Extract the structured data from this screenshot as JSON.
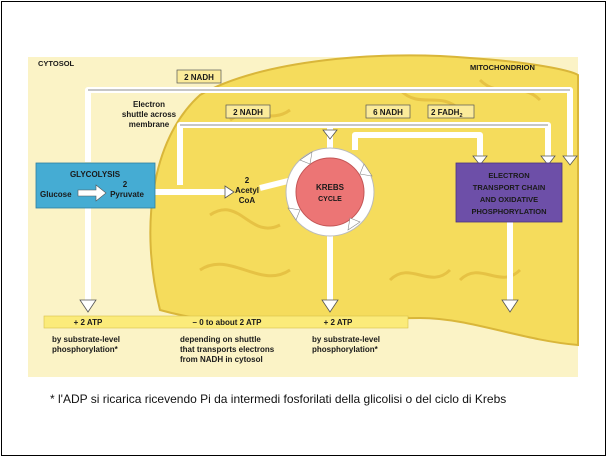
{
  "regions": {
    "cytosol": "CYTOSOL",
    "mitochondrion": "MITOCHONDRION"
  },
  "electron_shuttle": [
    "Electron",
    "shuttle across",
    "membrane"
  ],
  "nadh_boxes": {
    "top": "2 NADH",
    "mid": "2 NADH",
    "krebs": "6 NADH",
    "fadh": "2 FADH",
    "fadh_sub": "2"
  },
  "glycolysis": {
    "title": "GLYCOLYSIS",
    "glucose": "Glucose",
    "pyruvate_num": "2",
    "pyruvate": "Pyruvate"
  },
  "acetyl": [
    "2",
    "Acetyl",
    "CoA"
  ],
  "krebs": {
    "line1": "KREBS",
    "line2": "CYCLE"
  },
  "etc": [
    "ELECTRON",
    "TRANSPORT CHAIN",
    "AND OXIDATIVE",
    "PHOSPHORYLATION"
  ],
  "atp": [
    {
      "label": "+ 2 ATP",
      "desc": [
        "by substrate-level",
        "phosphorylation*"
      ]
    },
    {
      "label": "– 0 to about 2 ATP",
      "desc": [
        "depending on shuttle",
        "that transports electrons",
        "from NADH in cytosol"
      ]
    },
    {
      "label": "+ 2 ATP",
      "desc": [
        "by substrate-level",
        "phosphorylation*"
      ]
    }
  ],
  "footnote": "* l'ADP si ricarica ricevendo Pi da intermedi fosforilati della glicolisi o del ciclo di Krebs",
  "colors": {
    "cytosol": "#fbf3c6",
    "mitochondrion": "#f5dc5c",
    "cristae": "#e6c244",
    "glycolysis": "#45acd3",
    "krebs": "#ec7575",
    "etc": "#6d4fa8",
    "label_box": "#fbeb9a",
    "atp_bar": "#fbeb7a"
  }
}
